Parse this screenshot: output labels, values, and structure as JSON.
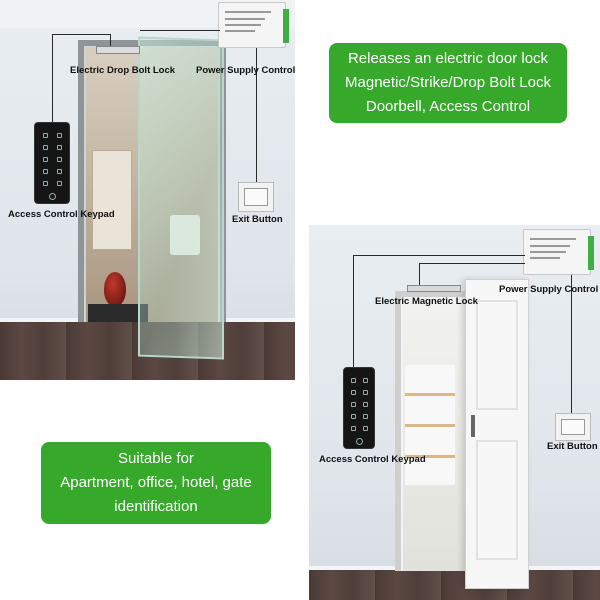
{
  "top_panel": {
    "labels": {
      "drop_bolt": "Electric Drop Bolt Lock",
      "power_supply": "Power Supply Control",
      "keypad": "Access Control Keypad",
      "exit_button": "Exit Button"
    }
  },
  "bottom_panel": {
    "labels": {
      "magnetic_lock": "Electric Magnetic Lock",
      "power_supply": "Power Supply Control",
      "keypad": "Access Control Keypad",
      "exit_button": "Exit Button"
    }
  },
  "callouts": {
    "features": {
      "line1": "Releases an electric door lock",
      "line2": "Magnetic/Strike/Drop Bolt Lock",
      "line3": "Doorbell, Access Control"
    },
    "suitable": {
      "line1": "Suitable for",
      "line2": "Apartment, office, hotel, gate",
      "line3": "identification"
    }
  },
  "colors": {
    "callout_green": "#36a82a",
    "terminal_green": "#3fae43",
    "floor": "#4f3e39"
  }
}
